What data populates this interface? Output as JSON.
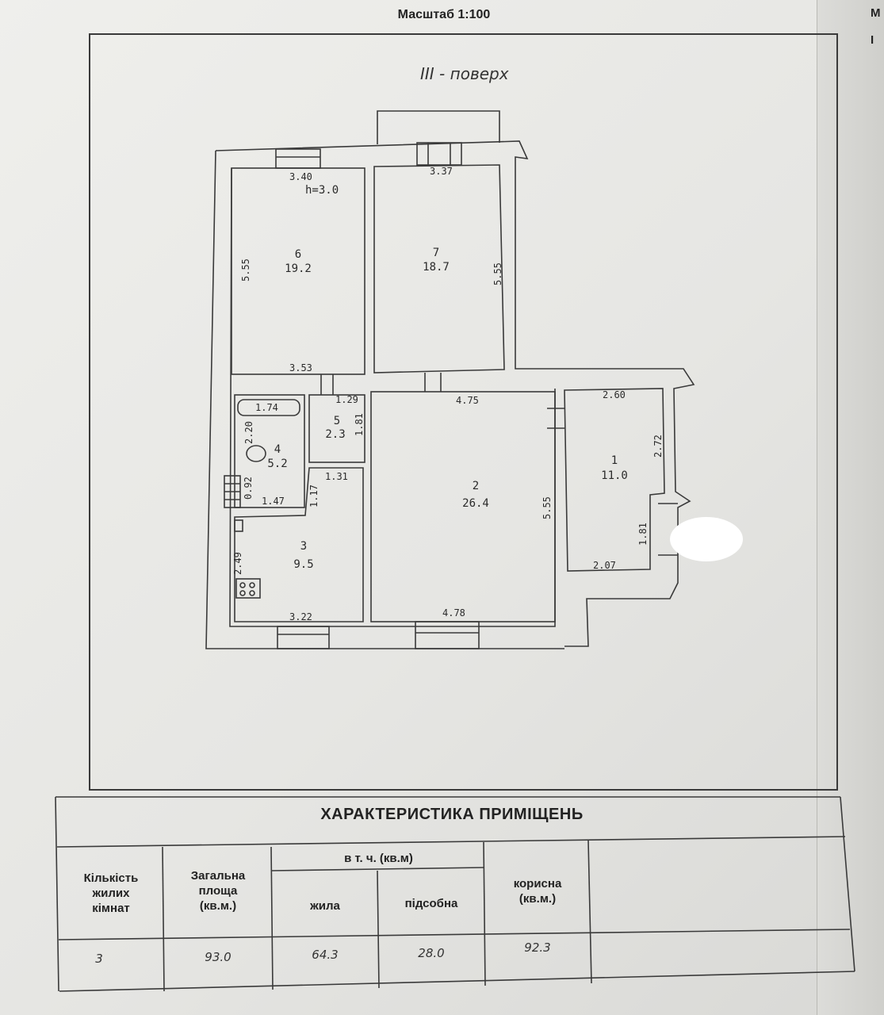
{
  "scale": "Масштаб 1:100",
  "side_marks": [
    "М",
    "I"
  ],
  "floor_label": "III - поверх",
  "ceiling_height": "h=3.0",
  "rooms": [
    {
      "number": "1",
      "area": "11.0"
    },
    {
      "number": "2",
      "area": "26.4"
    },
    {
      "number": "3",
      "area": "9.5"
    },
    {
      "number": "4",
      "area": "5.2"
    },
    {
      "number": "5",
      "area": "2.3"
    },
    {
      "number": "6",
      "area": "19.2"
    },
    {
      "number": "7",
      "area": "18.7"
    }
  ],
  "dimensions": {
    "r6_top": "3.40",
    "r6_left": "5.55",
    "r6_bottom": "3.53",
    "r7_top": "3.37",
    "r7_right": "5.55",
    "r2_top": "4.75",
    "r2_right": "5.55",
    "r2_bottom": "4.78",
    "r1_top": "2.60",
    "r1_right": "2.72",
    "r1_bottom": "2.07",
    "r1_notch": "1.81",
    "r5_top": "1.29",
    "r5_side": "1.81",
    "r5_bottom": "1.31",
    "r4_bath": "1.74",
    "r4_side": "2.20",
    "r4_low": "0.92",
    "r4_bottom": "1.47",
    "r4_right": "1.17",
    "r3_left": "2.49",
    "r3_bottom": "3.22"
  },
  "table": {
    "title": "ХАРАКТЕРИСТИКА ПРИМІЩЕНЬ",
    "headers": {
      "rooms_count": [
        "Кількість",
        "жилих",
        "кімнат"
      ],
      "total_area": [
        "Загальна",
        "площа",
        "(кв.м.)"
      ],
      "including": "в т. ч. (кв.м)",
      "living": "жила",
      "auxiliary": "підсобна",
      "useful": [
        "корисна",
        "(кв.м.)"
      ]
    },
    "values": {
      "rooms_count": "3",
      "total_area": "93.0",
      "living": "64.3",
      "auxiliary": "28.0",
      "useful": "92.3"
    }
  }
}
